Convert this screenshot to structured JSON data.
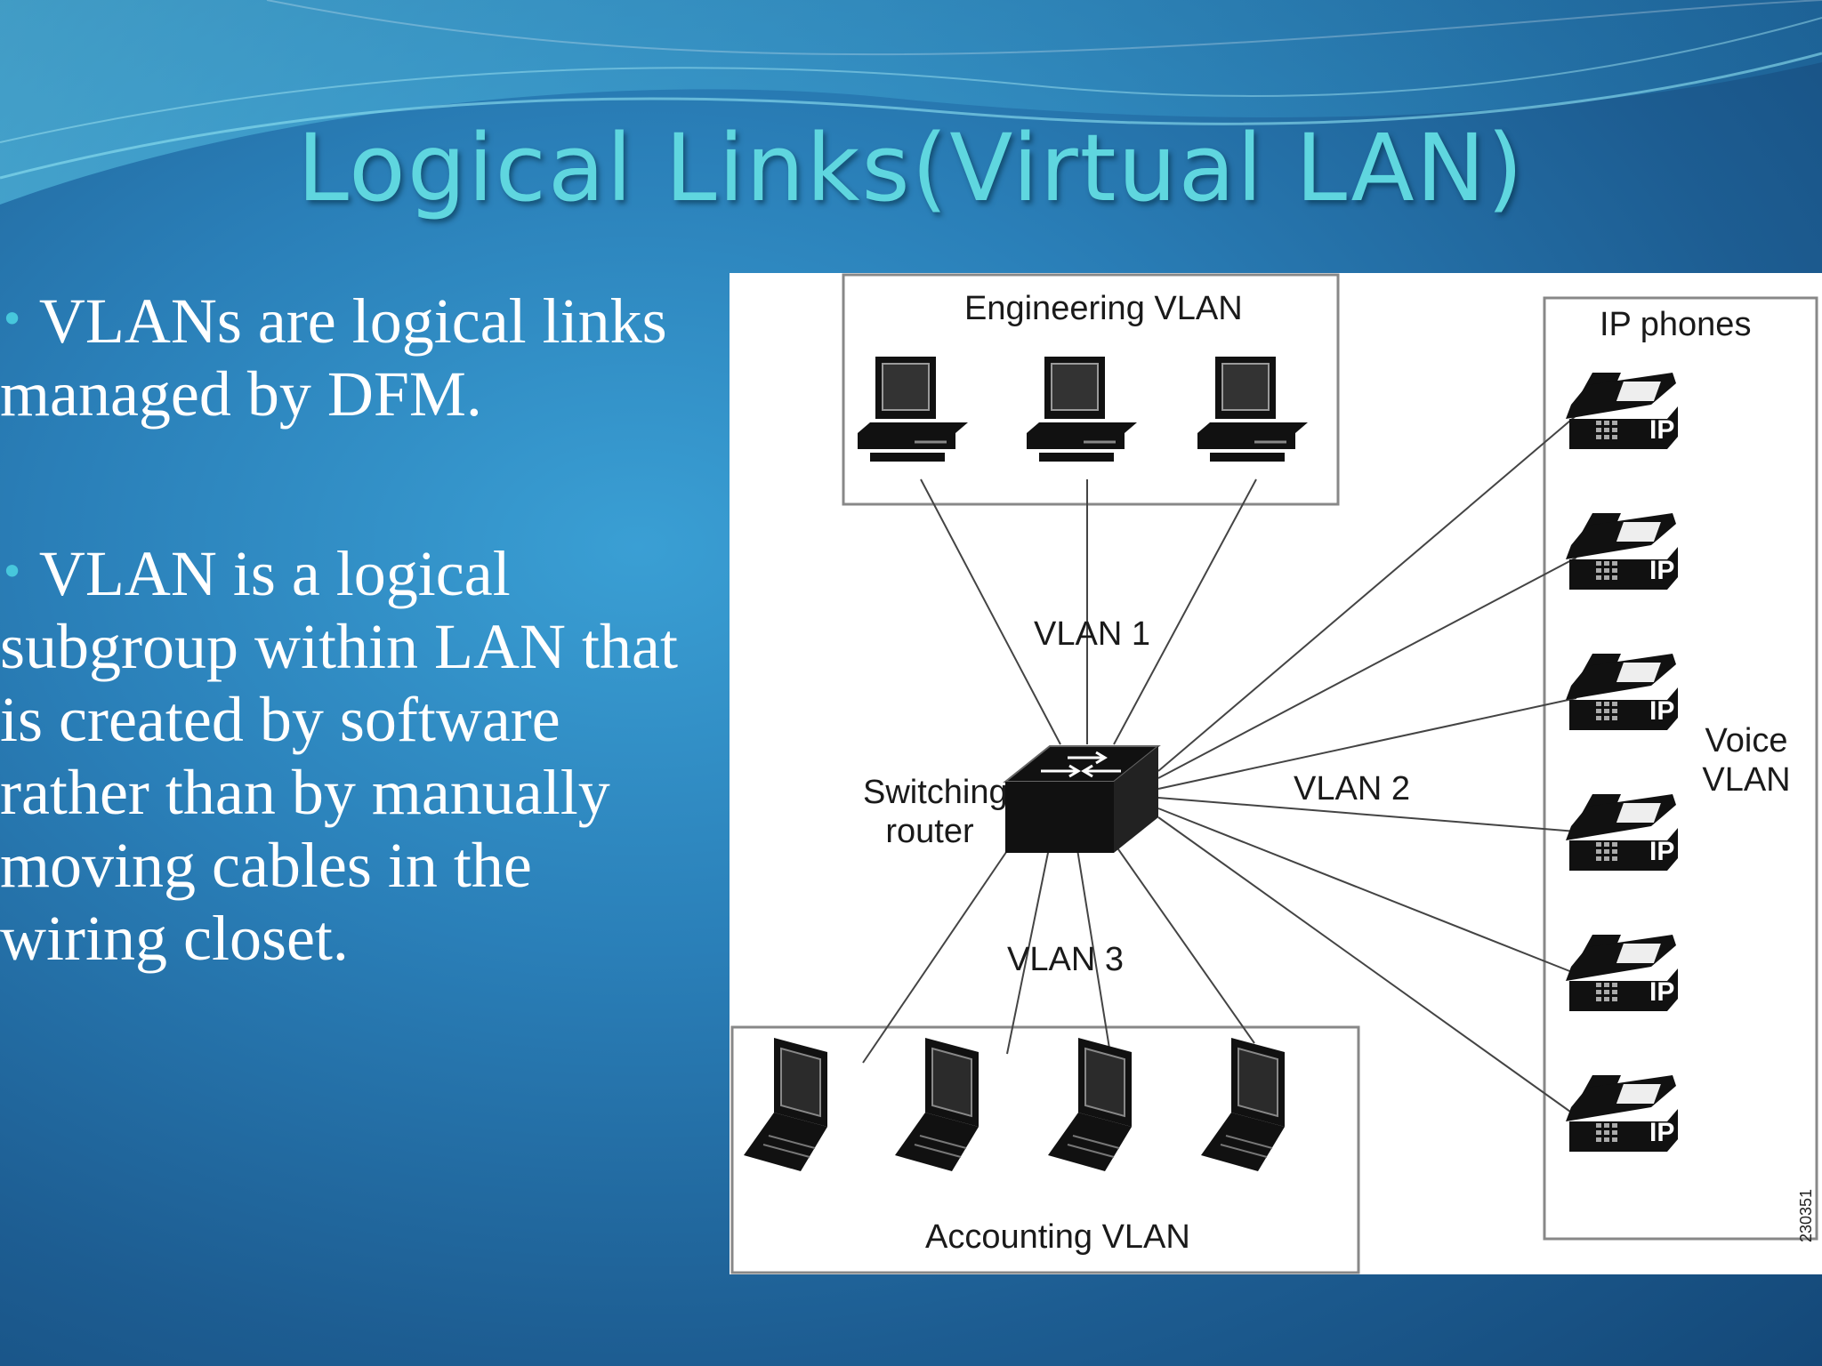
{
  "slide": {
    "title": "Logical Links(Virtual LAN)",
    "bullets": [
      {
        "marker": "•",
        "text": "VLANs are logical links managed by DFM."
      },
      {
        "marker": "•",
        "text": "VLAN is a logical subgroup within LAN that is created by software rather than by manually moving cables in the wiring closet."
      }
    ]
  },
  "diagram": {
    "engineering_label": "Engineering VLAN",
    "accounting_label": "Accounting VLAN",
    "ip_phones_label": "IP phones",
    "voice_vlan_label": "Voice VLAN",
    "switching_router_label": "Switching router",
    "vlan1_label": "VLAN 1",
    "vlan2_label": "VLAN 2",
    "vlan3_label": "VLAN 3",
    "phone_badge": "IP",
    "figure_code": "230351",
    "icons": {
      "desktop": "desktop-computer-icon",
      "laptop": "laptop-icon",
      "phone": "ip-phone-icon",
      "router": "switching-router-icon"
    }
  }
}
